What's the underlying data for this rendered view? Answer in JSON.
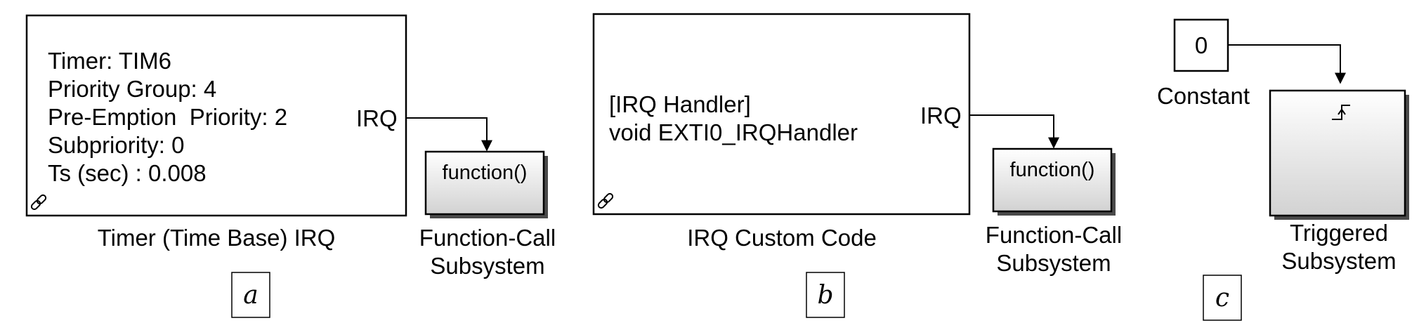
{
  "panels": [
    {
      "label": "a",
      "source_block": {
        "lines": [
          "Timer: TIM6",
          "Priority Group: 4",
          "Pre-Emption  Priority: 2",
          "Subpriority: 0",
          "Ts (sec) : 0.008"
        ],
        "port": "IRQ",
        "caption": "Timer (Time Base) IRQ"
      },
      "subsystem": {
        "text": "function()",
        "caption_lines": [
          "Function-Call",
          "Subsystem"
        ]
      }
    },
    {
      "label": "b",
      "source_block": {
        "lines": [
          "[IRQ Handler]",
          "void EXTI0_IRQHandler"
        ],
        "port": "IRQ",
        "caption": "IRQ Custom Code"
      },
      "subsystem": {
        "text": "function()",
        "caption_lines": [
          "Function-Call",
          "Subsystem"
        ]
      }
    },
    {
      "label": "c",
      "constant": {
        "value": "0",
        "caption": "Constant"
      },
      "subsystem": {
        "caption_lines": [
          "Triggered",
          "Subsystem"
        ]
      }
    }
  ],
  "colors": {
    "block_fill": "#ffffff",
    "subsystem_gradient_top": "#ffffff",
    "subsystem_gradient_bottom": "#d2d2d2",
    "shadow": "#4a4a4a"
  },
  "icons": [
    "link-icon",
    "trigger-rising-edge-icon"
  ]
}
